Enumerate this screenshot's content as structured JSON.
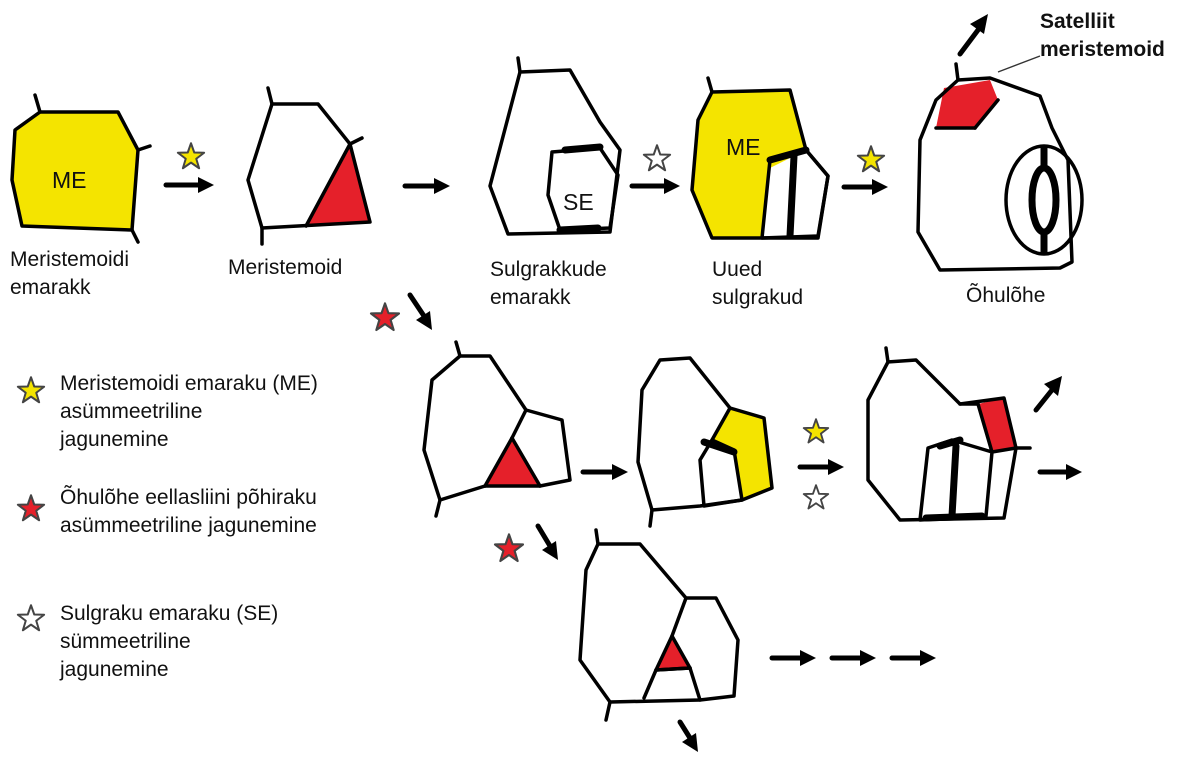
{
  "colors": {
    "meristemoid_mother_cell": "#f4e400",
    "meristemoid": "#e5202a",
    "guard_mother_cell": "#ffffff",
    "outline": "#000000",
    "star_yellow": "#f4e400",
    "star_red": "#e5202a",
    "star_white": "#ffffff"
  },
  "stages": {
    "meristemoid_mother_cell": {
      "line1": "Meristemoidi",
      "line2": "emarakk",
      "cell_label": "ME"
    },
    "meristemoid": {
      "line1": "Meristemoid"
    },
    "guard_mother_cell": {
      "line1": "Sulgrakkude",
      "line2": "emarakk",
      "cell_label": "SE"
    },
    "new_guard_cells": {
      "line1": "Uued",
      "line2": "sulgrakud",
      "cell_label": "ME"
    },
    "stomatal_surface": {
      "line1": "Õhulõhe"
    },
    "satellite_meristemoid": {
      "line1": "Satelliit",
      "line2": "meristemoid"
    }
  },
  "legend": {
    "items": [
      {
        "icon": "yellow-star-icon",
        "lines": [
          "Meristemoidi emaraku (ME)",
          "asümmeetriline",
          "jagunemine"
        ]
      },
      {
        "icon": "red-star-icon",
        "lines": [
          "Õhulõhe eellasliini põhiraku",
          "asümmeetriline jagunemine"
        ]
      },
      {
        "icon": "white-star-icon",
        "lines": [
          "Sulgraku emaraku (SE)",
          "sümmeetriline",
          "jagunemine"
        ]
      }
    ]
  }
}
